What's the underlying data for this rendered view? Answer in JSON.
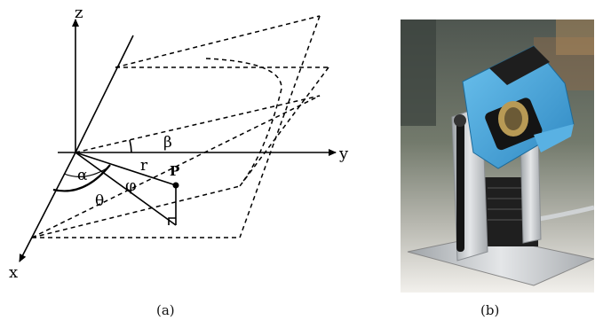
{
  "panel_a": {
    "axis_labels": {
      "z": "z",
      "y": "y",
      "x": "x"
    },
    "angle_labels": {
      "beta": "β",
      "alpha": "α",
      "theta": "θ",
      "phi": "φ"
    },
    "range_label": "r",
    "point_label": "P",
    "caption": "(a)"
  },
  "panel_b": {
    "caption": "(b)",
    "photo_colors": {
      "scanner": "#3da0d6",
      "base": "#c9ccd0",
      "motor": "#222222",
      "background": "#6a6f63"
    }
  }
}
